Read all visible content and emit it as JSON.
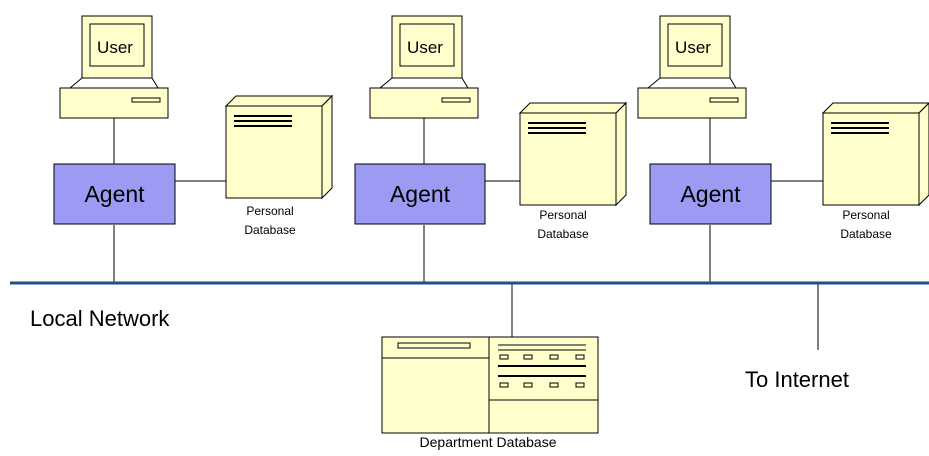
{
  "nodes": {
    "user_label": "User",
    "agent_label": "Agent",
    "personal_db_label_line1": "Personal",
    "personal_db_label_line2": "Database",
    "department_db_label": "Department Database"
  },
  "network": {
    "local_label": "Local Network",
    "internet_label": "To Internet"
  },
  "colors": {
    "agent_fill": "#9b9bf3",
    "device_fill": "#ffffcc",
    "network_line": "#1f4e8c",
    "stroke": "#000000"
  }
}
